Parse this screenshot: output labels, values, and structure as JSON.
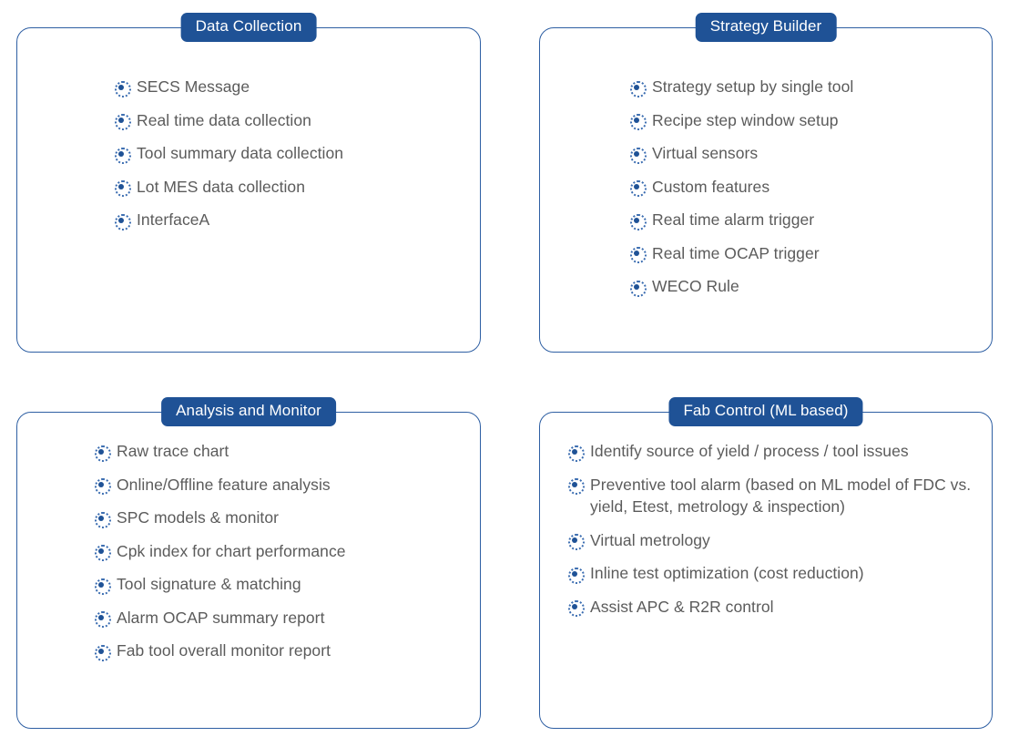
{
  "theme": {
    "badge_bg": "#1f5296",
    "badge_text": "#ffffff",
    "card_border": "#2e5fa3",
    "item_text": "#5b5b5b",
    "bullet_color": "#1f5296",
    "page_bg": "#ffffff"
  },
  "panels": [
    {
      "id": "data-collection",
      "title": "Data Collection",
      "items": [
        "SECS Message",
        "Real time data collection",
        "Tool summary data collection",
        "Lot MES data collection",
        "InterfaceA"
      ]
    },
    {
      "id": "strategy-builder",
      "title": "Strategy Builder",
      "items": [
        "Strategy setup by single tool",
        "Recipe step window setup",
        "Virtual sensors",
        "Custom features",
        "Real time alarm trigger",
        "Real time OCAP trigger",
        "WECO Rule"
      ]
    },
    {
      "id": "analysis-and-monitor",
      "title": "Analysis and Monitor",
      "items": [
        "Raw trace chart",
        "Online/Offline feature analysis",
        "SPC models & monitor",
        "Cpk index for chart performance",
        "Tool signature & matching",
        "Alarm OCAP summary report",
        "Fab tool overall monitor report"
      ]
    },
    {
      "id": "fab-control-ml-based",
      "title": "Fab Control (ML based)",
      "items": [
        "Identify source of yield / process / tool issues",
        "Preventive tool alarm (based on ML model of FDC vs. yield, Etest, metrology & inspection)",
        "Virtual metrology",
        "Inline test optimization (cost reduction)",
        "Assist APC & R2R control"
      ]
    }
  ]
}
